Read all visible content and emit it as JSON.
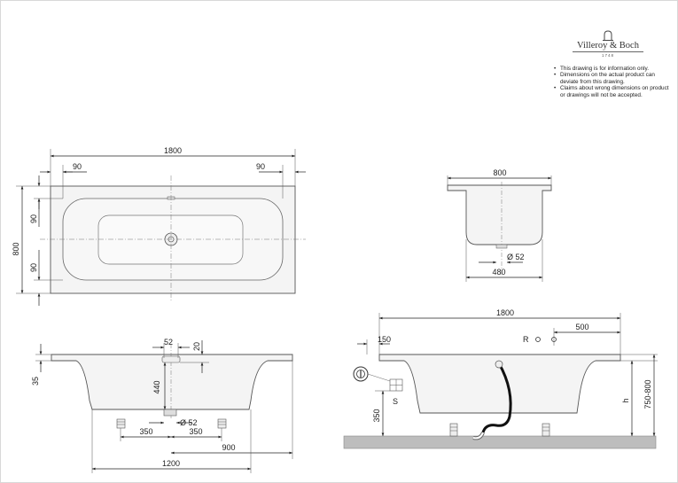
{
  "brand": {
    "name": "Villeroy & Boch",
    "year": "1748",
    "icon": "tap-logo-icon"
  },
  "notes": [
    "This drawing is for information only.",
    "Dimensions on the actual product can deviate from this drawing.",
    "Claims about wrong dimensions on product or drawings will not be accepted."
  ],
  "top_view": {
    "length": "1800",
    "edge_left": "90",
    "edge_right": "90",
    "width": "800",
    "edge_top": "90",
    "edge_bottom": "90"
  },
  "end_view": {
    "width_top": "800",
    "drain_dia": "Ø 52",
    "width_bottom": "480"
  },
  "front_view": {
    "rim": "35",
    "overflow_dia": "52",
    "overflow_offset": "20",
    "depth": "440",
    "drain_dia": "Ø 52",
    "foot_left": "350",
    "foot_right": "350",
    "foot_span": "900",
    "base_length": "1200"
  },
  "install_view": {
    "length": "1800",
    "tap_offset": "500",
    "rim_offset": "150",
    "label_r": "R",
    "label_s": "S",
    "floor_height": "350",
    "label_h": "h",
    "height_range": "750-800"
  },
  "colors": {
    "line": "#222222",
    "tub_fill": "#f4f4f4",
    "floor": "#bdbdbd"
  }
}
